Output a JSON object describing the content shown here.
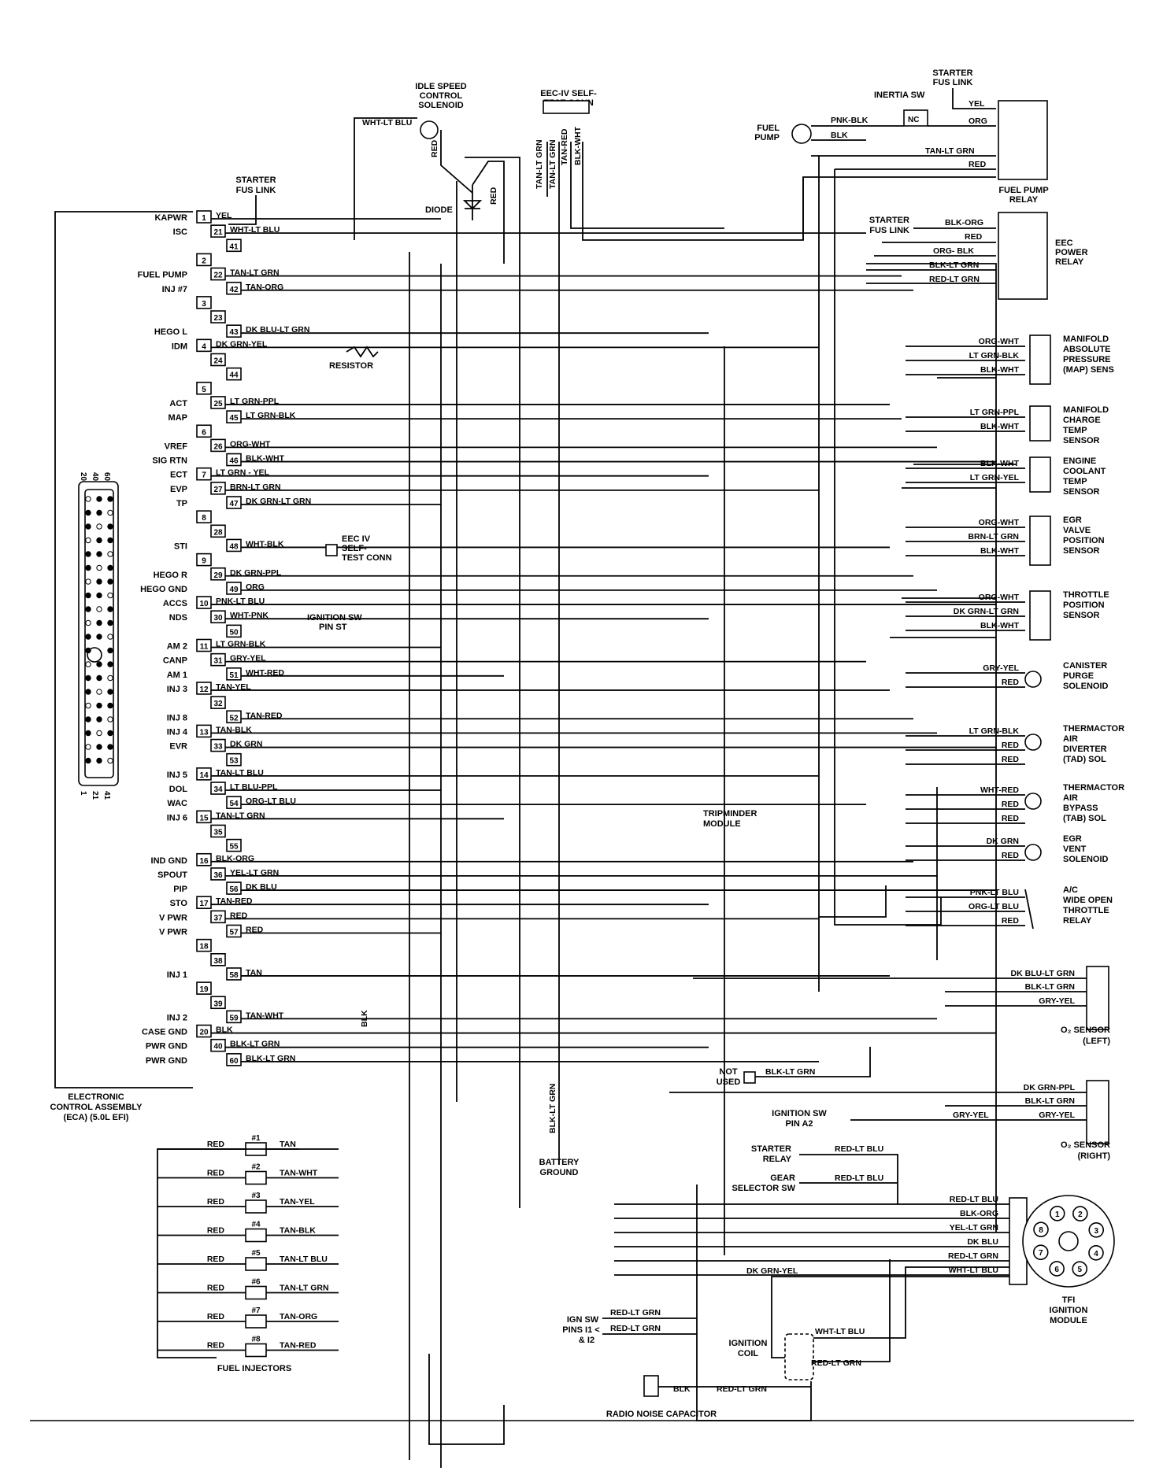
{
  "eca": {
    "title": [
      "ELECTRONIC",
      "CONTROL ASSEMBLY",
      "(ECA) (5.0L EFI)"
    ],
    "connector_top_labels": [
      "20",
      "40",
      "60"
    ],
    "connector_bottom_labels": [
      "1",
      "21",
      "41"
    ],
    "pins": [
      {
        "pin": "1",
        "func": "KAPWR",
        "wire": "YEL"
      },
      {
        "pin": "21",
        "func": "ISC",
        "wire": "WHT-LT BLU"
      },
      {
        "pin": "41",
        "func": "",
        "wire": ""
      },
      {
        "pin": "2",
        "func": "",
        "wire": ""
      },
      {
        "pin": "22",
        "func": "FUEL PUMP",
        "wire": "TAN-LT GRN"
      },
      {
        "pin": "42",
        "func": "INJ #7",
        "wire": "TAN-ORG"
      },
      {
        "pin": "3",
        "func": "",
        "wire": ""
      },
      {
        "pin": "23",
        "func": "",
        "wire": ""
      },
      {
        "pin": "43",
        "func": "HEGO L",
        "wire": "DK BLU-LT GRN"
      },
      {
        "pin": "4",
        "func": "IDM",
        "wire": "DK GRN-YEL"
      },
      {
        "pin": "24",
        "func": "",
        "wire": ""
      },
      {
        "pin": "44",
        "func": "",
        "wire": ""
      },
      {
        "pin": "5",
        "func": "",
        "wire": ""
      },
      {
        "pin": "25",
        "func": "ACT",
        "wire": "LT GRN-PPL"
      },
      {
        "pin": "45",
        "func": "MAP",
        "wire": "LT GRN-BLK"
      },
      {
        "pin": "6",
        "func": "",
        "wire": ""
      },
      {
        "pin": "26",
        "func": "VREF",
        "wire": "ORG-WHT"
      },
      {
        "pin": "46",
        "func": "SIG RTN",
        "wire": "BLK-WHT"
      },
      {
        "pin": "7",
        "func": "ECT",
        "wire": "LT GRN - YEL"
      },
      {
        "pin": "27",
        "func": "EVP",
        "wire": "BRN-LT GRN"
      },
      {
        "pin": "47",
        "func": "TP",
        "wire": "DK GRN-LT GRN"
      },
      {
        "pin": "8",
        "func": "",
        "wire": ""
      },
      {
        "pin": "28",
        "func": "",
        "wire": ""
      },
      {
        "pin": "48",
        "func": "STI",
        "wire": "WHT-BLK"
      },
      {
        "pin": "9",
        "func": "",
        "wire": ""
      },
      {
        "pin": "29",
        "func": "HEGO R",
        "wire": "DK GRN-PPL"
      },
      {
        "pin": "49",
        "func": "HEGO GND",
        "wire": "ORG"
      },
      {
        "pin": "10",
        "func": "ACCS",
        "wire": "PNK-LT BLU"
      },
      {
        "pin": "30",
        "func": "NDS",
        "wire": "WHT-PNK"
      },
      {
        "pin": "50",
        "func": "",
        "wire": ""
      },
      {
        "pin": "11",
        "func": "AM 2",
        "wire": "LT GRN-BLK"
      },
      {
        "pin": "31",
        "func": "CANP",
        "wire": "GRY-YEL"
      },
      {
        "pin": "51",
        "func": "AM 1",
        "wire": "WHT-RED"
      },
      {
        "pin": "12",
        "func": "INJ 3",
        "wire": "TAN-YEL"
      },
      {
        "pin": "32",
        "func": "",
        "wire": ""
      },
      {
        "pin": "52",
        "func": "INJ 8",
        "wire": "TAN-RED"
      },
      {
        "pin": "13",
        "func": "INJ 4",
        "wire": "TAN-BLK"
      },
      {
        "pin": "33",
        "func": "EVR",
        "wire": "DK GRN"
      },
      {
        "pin": "53",
        "func": "",
        "wire": ""
      },
      {
        "pin": "14",
        "func": "INJ 5",
        "wire": "TAN-LT BLU"
      },
      {
        "pin": "34",
        "func": "DOL",
        "wire": "LT BLU-PPL"
      },
      {
        "pin": "54",
        "func": "WAC",
        "wire": "ORG-LT BLU"
      },
      {
        "pin": "15",
        "func": "INJ 6",
        "wire": "TAN-LT GRN"
      },
      {
        "pin": "35",
        "func": "",
        "wire": ""
      },
      {
        "pin": "55",
        "func": "",
        "wire": ""
      },
      {
        "pin": "16",
        "func": "IND GND",
        "wire": "BLK-ORG"
      },
      {
        "pin": "36",
        "func": "SPOUT",
        "wire": "YEL-LT GRN"
      },
      {
        "pin": "56",
        "func": "PIP",
        "wire": "DK BLU"
      },
      {
        "pin": "17",
        "func": "STO",
        "wire": "TAN-RED"
      },
      {
        "pin": "37",
        "func": "V PWR",
        "wire": "RED"
      },
      {
        "pin": "57",
        "func": "V PWR",
        "wire": "RED"
      },
      {
        "pin": "18",
        "func": "",
        "wire": ""
      },
      {
        "pin": "38",
        "func": "",
        "wire": ""
      },
      {
        "pin": "58",
        "func": "INJ 1",
        "wire": "TAN"
      },
      {
        "pin": "19",
        "func": "",
        "wire": ""
      },
      {
        "pin": "39",
        "func": "",
        "wire": ""
      },
      {
        "pin": "59",
        "func": "INJ 2",
        "wire": "TAN-WHT"
      },
      {
        "pin": "20",
        "func": "CASE GND",
        "wire": "BLK"
      },
      {
        "pin": "40",
        "func": "PWR GND",
        "wire": "BLK-LT GRN"
      },
      {
        "pin": "60",
        "func": "PWR GND",
        "wire": "BLK-LT GRN"
      }
    ]
  },
  "top": {
    "isc_solenoid": [
      "IDLE SPEED",
      "CONTROL",
      "SOLENOID"
    ],
    "isc_wire": "WHT-LT BLU",
    "diode": "DIODE",
    "red": "RED",
    "starter_fus": [
      "STARTER",
      "FUS LINK"
    ],
    "self_test": [
      "EEC-IV SELF-",
      "TEST CONN"
    ],
    "self_test_wires": [
      "TAN-LT GRN",
      "TAN-LT GRN",
      "TAN-RED",
      "BLK-WHT"
    ]
  },
  "fuel_pump": {
    "starter_fus": [
      "STARTER",
      "FUS LINK"
    ],
    "inertia": "INERTIA SW",
    "nc": "NC",
    "pump": [
      "FUEL",
      "PUMP"
    ],
    "wires": [
      "PNK-BLK",
      "BLK",
      "YEL",
      "ORG",
      "TAN-LT GRN",
      "RED"
    ],
    "relay": [
      "FUEL PUMP",
      "RELAY"
    ]
  },
  "eec_relay": {
    "starter_fus": [
      "STARTER",
      "FUS LINK"
    ],
    "wires": [
      "BLK-ORG",
      "RED",
      "ORG- BLK",
      "BLK-LT GRN",
      "RED-LT GRN"
    ],
    "name": [
      "EEC",
      "POWER",
      "RELAY"
    ]
  },
  "sensors": [
    {
      "name": [
        "MANIFOLD",
        "ABSOLUTE",
        "PRESSURE",
        "(MAP) SENS"
      ],
      "wires": [
        "ORG-WHT",
        "LT GRN-BLK",
        "BLK-WHT"
      ]
    },
    {
      "name": [
        "MANIFOLD",
        "CHARGE",
        "TEMP",
        "SENSOR"
      ],
      "wires": [
        "LT GRN-PPL",
        "BLK-WHT"
      ]
    },
    {
      "name": [
        "ENGINE",
        "COOLANT",
        "TEMP",
        "SENSOR"
      ],
      "wires": [
        "BLK-WHT",
        "LT GRN-YEL"
      ]
    },
    {
      "name": [
        "EGR",
        "VALVE",
        "POSITION",
        "SENSOR"
      ],
      "wires": [
        "ORG-WHT",
        "BRN-LT GRN",
        "BLK-WHT"
      ]
    },
    {
      "name": [
        "THROTTLE",
        "POSITION",
        "SENSOR"
      ],
      "wires": [
        "ORG-WHT",
        "DK GRN-LT GRN",
        "BLK-WHT"
      ]
    },
    {
      "name": [
        "CANISTER",
        "PURGE",
        "SOLENOID"
      ],
      "wires": [
        "GRY-YEL",
        "RED"
      ]
    },
    {
      "name": [
        "THERMACTOR",
        "AIR",
        "DIVERTER",
        "(TAD) SOL"
      ],
      "wires": [
        "LT GRN-BLK",
        "RED",
        "RED"
      ]
    },
    {
      "name": [
        "THERMACTOR",
        "AIR",
        "BYPASS",
        "(TAB) SOL"
      ],
      "wires": [
        "WHT-RED",
        "RED",
        "RED"
      ]
    },
    {
      "name": [
        "EGR",
        "VENT",
        "SOLENOID"
      ],
      "wires": [
        "DK GRN",
        "RED"
      ]
    },
    {
      "name": [
        "A/C",
        "WIDE OPEN",
        "THROTTLE",
        "RELAY"
      ],
      "wires": [
        "PNK-LT BLU",
        "ORG-LT BLU",
        "RED"
      ]
    }
  ],
  "o2_left": {
    "name": [
      "O₂ SENSOR",
      "(LEFT)"
    ],
    "wires": [
      "DK BLU-LT GRN",
      "BLK-LT GRN",
      "GRY-YEL"
    ]
  },
  "o2_right": {
    "name": [
      "O₂ SENSOR",
      "(RIGHT)"
    ],
    "wires": [
      "DK GRN-PPL",
      "BLK-LT GRN",
      "GRY-YEL"
    ]
  },
  "misc": {
    "resistor": "RESISTOR",
    "eec_iv": [
      "EEC IV",
      "SELF-",
      "TEST CONN"
    ],
    "ign_sw_st": [
      "IGNITION SW",
      "PIN ST"
    ],
    "tripminder": [
      "TRIPMINDER",
      "MODULE"
    ],
    "not_used": [
      "NOT",
      "USED"
    ],
    "not_used_wire": "BLK-LT GRN",
    "ign_sw_a2": [
      "IGNITION SW",
      "PIN A2"
    ],
    "gry_yel": "GRY-YEL",
    "battery_ground": [
      "BATTERY",
      "GROUND"
    ],
    "batt_wire": "BLK-LT GRN",
    "blk": "BLK"
  },
  "tfi": {
    "starter_relay": [
      "STARTER",
      "RELAY"
    ],
    "gear_sw": [
      "GEAR",
      "SELECTOR SW"
    ],
    "red_lt_blu": "RED-LT BLU",
    "wires": [
      "RED-LT BLU",
      "BLK-ORG",
      "YEL-LT GRN",
      "DK BLU",
      "RED-LT GRN",
      "WHT-LT BLU"
    ],
    "pins": [
      "1",
      "2",
      "3",
      "4",
      "5",
      "6",
      "7",
      "8"
    ],
    "name": [
      "TFI",
      "IGNITION",
      "MODULE"
    ],
    "dk_grn_yel": "DK GRN-YEL",
    "coil": [
      "IGNITION",
      "COIL"
    ],
    "coil_wires": [
      "WHT-LT BLU",
      "RED-LT GRN"
    ],
    "ign_sw_pins": [
      "IGN SW",
      "PINS I1 <",
      "& I2"
    ],
    "ign_sw_wires": [
      "RED-LT GRN",
      "RED-LT GRN"
    ],
    "capacitor": "RADIO NOISE CAPACITOR",
    "cap_wires": [
      "BLK",
      "RED-LT GRN"
    ]
  },
  "injectors": {
    "title": "FUEL INJECTORS",
    "red": "RED",
    "items": [
      {
        "n": "#1",
        "wire": "TAN"
      },
      {
        "n": "#2",
        "wire": "TAN-WHT"
      },
      {
        "n": "#3",
        "wire": "TAN-YEL"
      },
      {
        "n": "#4",
        "wire": "TAN-BLK"
      },
      {
        "n": "#5",
        "wire": "TAN-LT BLU"
      },
      {
        "n": "#6",
        "wire": "TAN-LT GRN"
      },
      {
        "n": "#7",
        "wire": "TAN-ORG"
      },
      {
        "n": "#8",
        "wire": "TAN-RED"
      }
    ]
  }
}
